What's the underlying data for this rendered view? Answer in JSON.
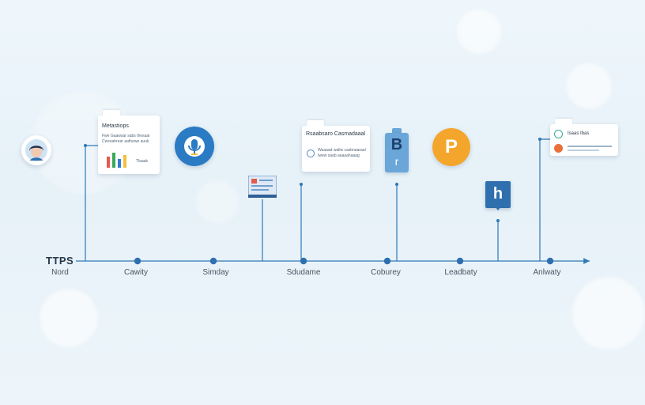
{
  "timeline": {
    "heading": "TTPS",
    "labels": [
      {
        "text": "Nord"
      },
      {
        "text": "Cawity"
      },
      {
        "text": "Simday"
      },
      {
        "text": "Sdudame"
      },
      {
        "text": "Coburey"
      },
      {
        "text": "Leadbaty"
      },
      {
        "text": "Anlwaty"
      }
    ]
  },
  "cards": {
    "left": {
      "title": "Metastiops",
      "line1": "Fwe Gaawsar sabs thesaal",
      "line2": "Cwsoahrear aathewe auuk",
      "badge": "Tlaaak"
    },
    "middle": {
      "title": "Rsaabsaro Casmadaaal",
      "line1": "Waaaad wallw casbnaaraal",
      "line2": "Iwew saab aaaaahaaag"
    },
    "right": {
      "title": "Isaas Ibas"
    }
  },
  "icons": {
    "avatar": "person-avatar-icon",
    "mic": "microphone-icon",
    "document": "document-icon",
    "b_tag": "B",
    "b_tag_sub": "r",
    "p_badge": "P",
    "h_tag": "h"
  },
  "colors": {
    "line": "#2e78b8",
    "node": "#2e6fb0",
    "mic_blue": "#2a7bc4",
    "p_orange": "#f3a62b",
    "b_blue": "#6aa6d8",
    "h_blue": "#2f6fae",
    "doc_blue": "#4d86c2",
    "bar_red": "#e35b4a",
    "bar_green": "#3aa95a",
    "bar_blue": "#2f7bd1",
    "bar_yellow": "#f2c13b"
  }
}
